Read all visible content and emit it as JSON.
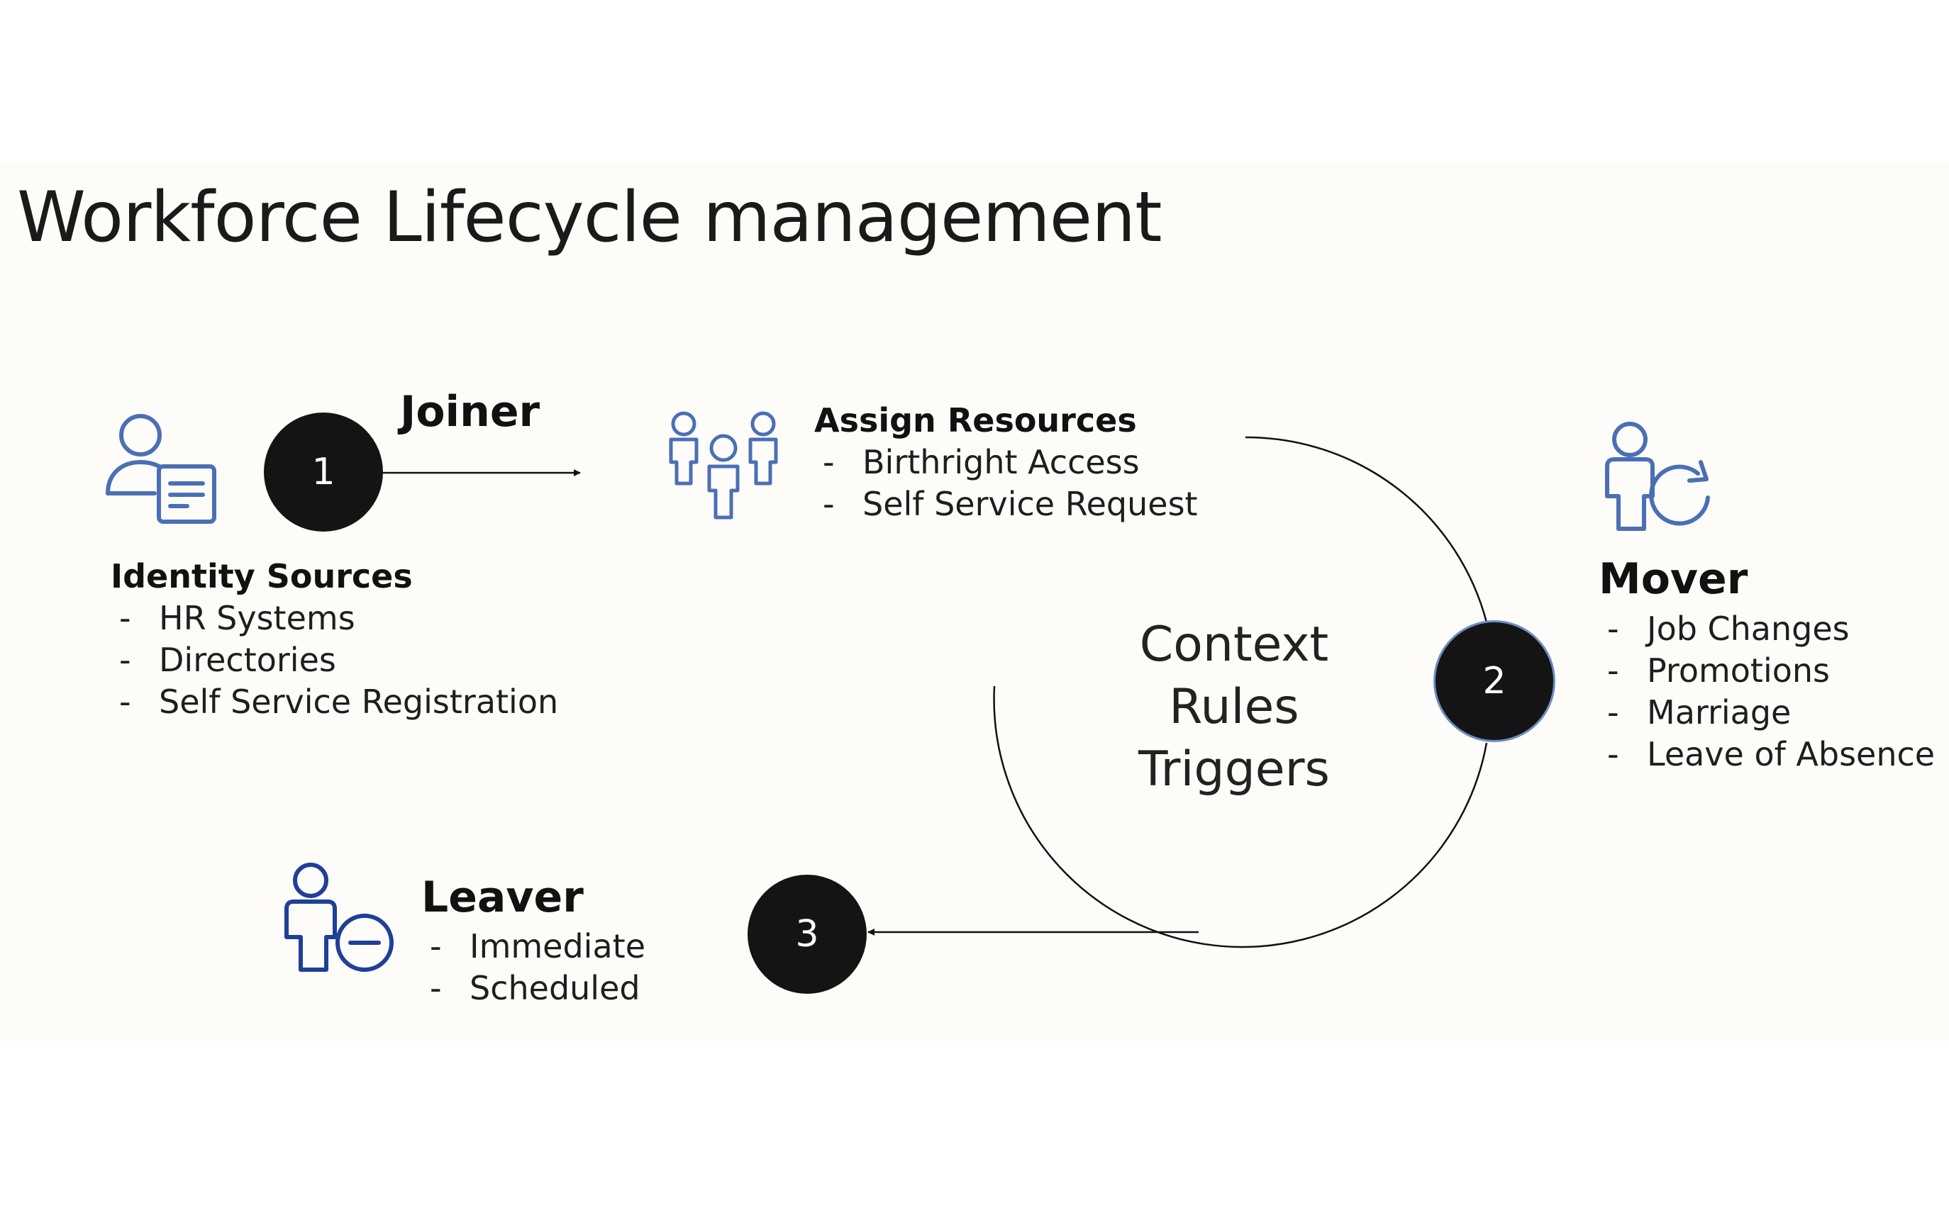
{
  "title": "Workforce Lifecycle management",
  "joiner": {
    "label": "Joiner",
    "step": "1",
    "sources_heading": "Identity Sources",
    "sources": [
      "HR Systems",
      "Directories",
      "Self Service Registration"
    ]
  },
  "assign": {
    "heading": "Assign Resources",
    "items": [
      "Birthright Access",
      "Self Service Request"
    ]
  },
  "center": [
    "Context",
    "Rules",
    "Triggers"
  ],
  "mover": {
    "label": "Mover",
    "step": "2",
    "items": [
      "Job Changes",
      "Promotions",
      "Marriage",
      "Leave of Absence"
    ]
  },
  "leaver": {
    "label": "Leaver",
    "step": "3",
    "items": [
      "Immediate",
      "Scheduled"
    ]
  },
  "bullet": "-",
  "colors": {
    "icon_blue": "#4a6fb5",
    "icon_navy": "#1f3f98",
    "badge": "#141414"
  },
  "icons": [
    "identity-sources-icon",
    "group-icon",
    "mover-icon",
    "leaver-icon"
  ]
}
